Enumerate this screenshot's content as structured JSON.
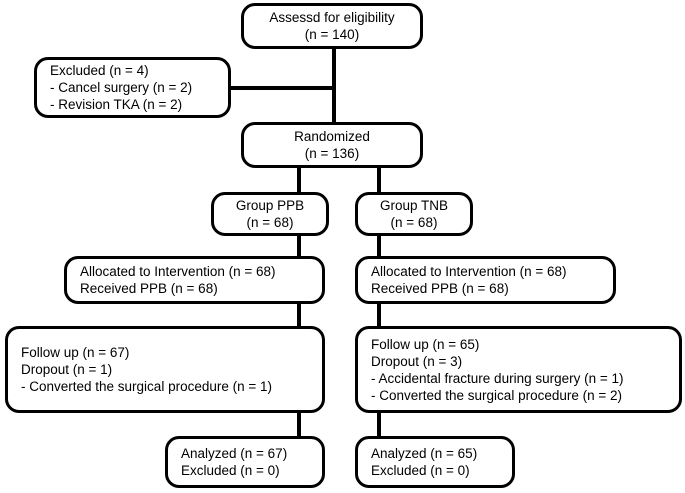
{
  "diagram": {
    "type": "consort-flow-diagram",
    "title": "",
    "stroke_color": "#000000",
    "background_color": "#ffffff",
    "nodes": [
      {
        "id": "assessed",
        "name": "assessed-for-eligibility-box",
        "align": "center",
        "lines": [
          "Assessd for eligibility",
          "(n = 140)"
        ]
      },
      {
        "id": "excluded",
        "name": "excluded-box",
        "align": "left",
        "lines": [
          "Excluded (n = 4)",
          "- Cancel surgery (n = 2)",
          "- Revision TKA (n = 2)"
        ]
      },
      {
        "id": "randomized",
        "name": "randomized-box",
        "align": "center",
        "lines": [
          "Randomized",
          "(n = 136)"
        ]
      },
      {
        "id": "group_ppb",
        "name": "group-ppb-box",
        "align": "center",
        "lines": [
          "Group PPB",
          "(n = 68)"
        ]
      },
      {
        "id": "group_tnb",
        "name": "group-tnb-box",
        "align": "center",
        "lines": [
          "Group TNB",
          "(n = 68)"
        ]
      },
      {
        "id": "allocated_left",
        "name": "allocated-ppb-box",
        "align": "left",
        "lines": [
          "Allocated to Intervention (n = 68)",
          "Received PPB (n = 68)"
        ]
      },
      {
        "id": "allocated_right",
        "name": "allocated-tnb-box",
        "align": "left",
        "lines": [
          "Allocated to Intervention (n = 68)",
          "Received PPB (n = 68)"
        ]
      },
      {
        "id": "followup_left",
        "name": "followup-ppb-box",
        "align": "left",
        "lines": [
          "Follow up (n = 67)",
          "Dropout (n = 1)",
          "- Converted the surgical procedure (n = 1)"
        ]
      },
      {
        "id": "followup_right",
        "name": "followup-tnb-box",
        "align": "left",
        "lines": [
          "Follow up (n = 65)",
          "Dropout (n = 3)",
          "- Accidental fracture during surgery (n = 1)",
          "- Converted the surgical procedure (n = 2)"
        ]
      },
      {
        "id": "analyzed_left",
        "name": "analyzed-ppb-box",
        "align": "left",
        "lines": [
          "Analyzed (n = 67)",
          "Excluded (n = 0)"
        ]
      },
      {
        "id": "analyzed_right",
        "name": "analyzed-tnb-box",
        "align": "left",
        "lines": [
          "Analyzed (n = 65)",
          "Excluded (n = 0)"
        ]
      }
    ],
    "counts": {
      "assessed_for_eligibility": 140,
      "excluded_total": 4,
      "excluded_cancel_surgery": 2,
      "excluded_revision_tka": 2,
      "randomized": 136,
      "group_ppb_allocated": 68,
      "group_tnb_allocated": 68,
      "ppb_followup": 67,
      "ppb_dropout": 1,
      "ppb_converted_surgical_procedure": 1,
      "tnb_followup": 65,
      "tnb_dropout": 3,
      "tnb_accidental_fracture": 1,
      "tnb_converted_surgical_procedure": 2,
      "ppb_analyzed": 67,
      "ppb_excluded": 0,
      "tnb_analyzed": 65,
      "tnb_excluded": 0
    }
  }
}
